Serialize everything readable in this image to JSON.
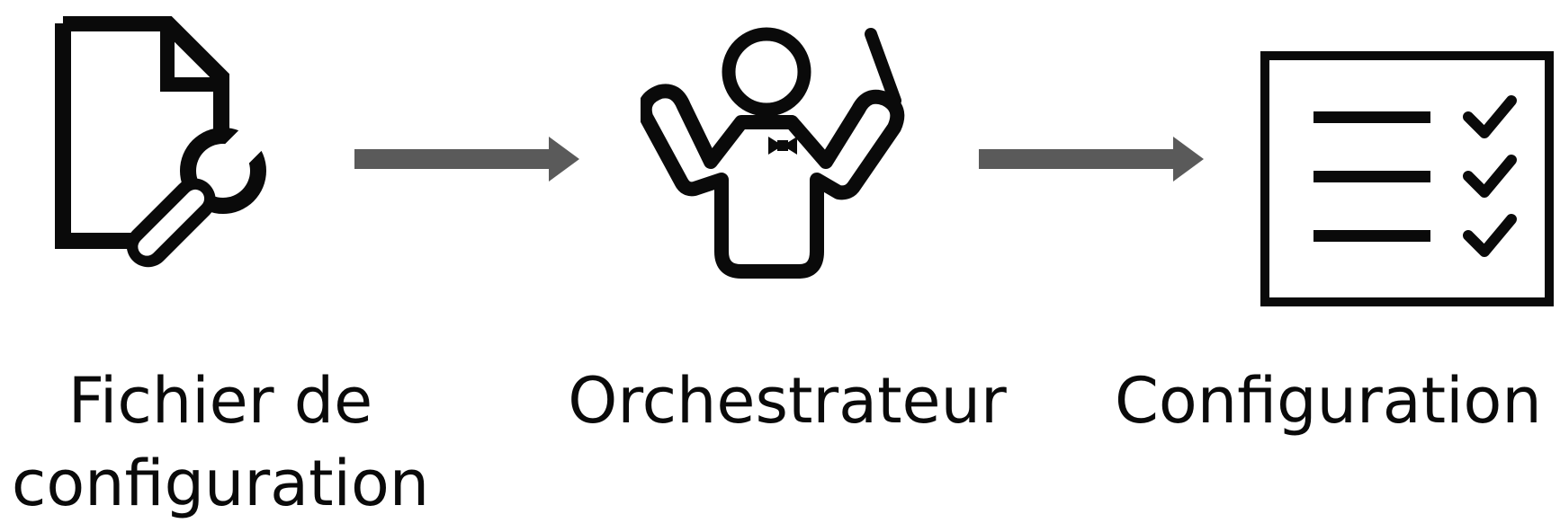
{
  "diagram": {
    "nodes": [
      {
        "id": "config-file",
        "label": "Fichier de\nconfiguration",
        "icon": "file-wrench-icon"
      },
      {
        "id": "orchestrator",
        "label": "Orchestrateur",
        "icon": "conductor-icon"
      },
      {
        "id": "configuration",
        "label": "Configuration",
        "icon": "checklist-icon"
      }
    ],
    "edges": [
      {
        "from": "config-file",
        "to": "orchestrator"
      },
      {
        "from": "orchestrator",
        "to": "configuration"
      }
    ],
    "colors": {
      "icon": "#0a0a0a",
      "arrow": "#5a5a5a",
      "text": "#0a0a0a",
      "background": "#ffffff"
    }
  }
}
